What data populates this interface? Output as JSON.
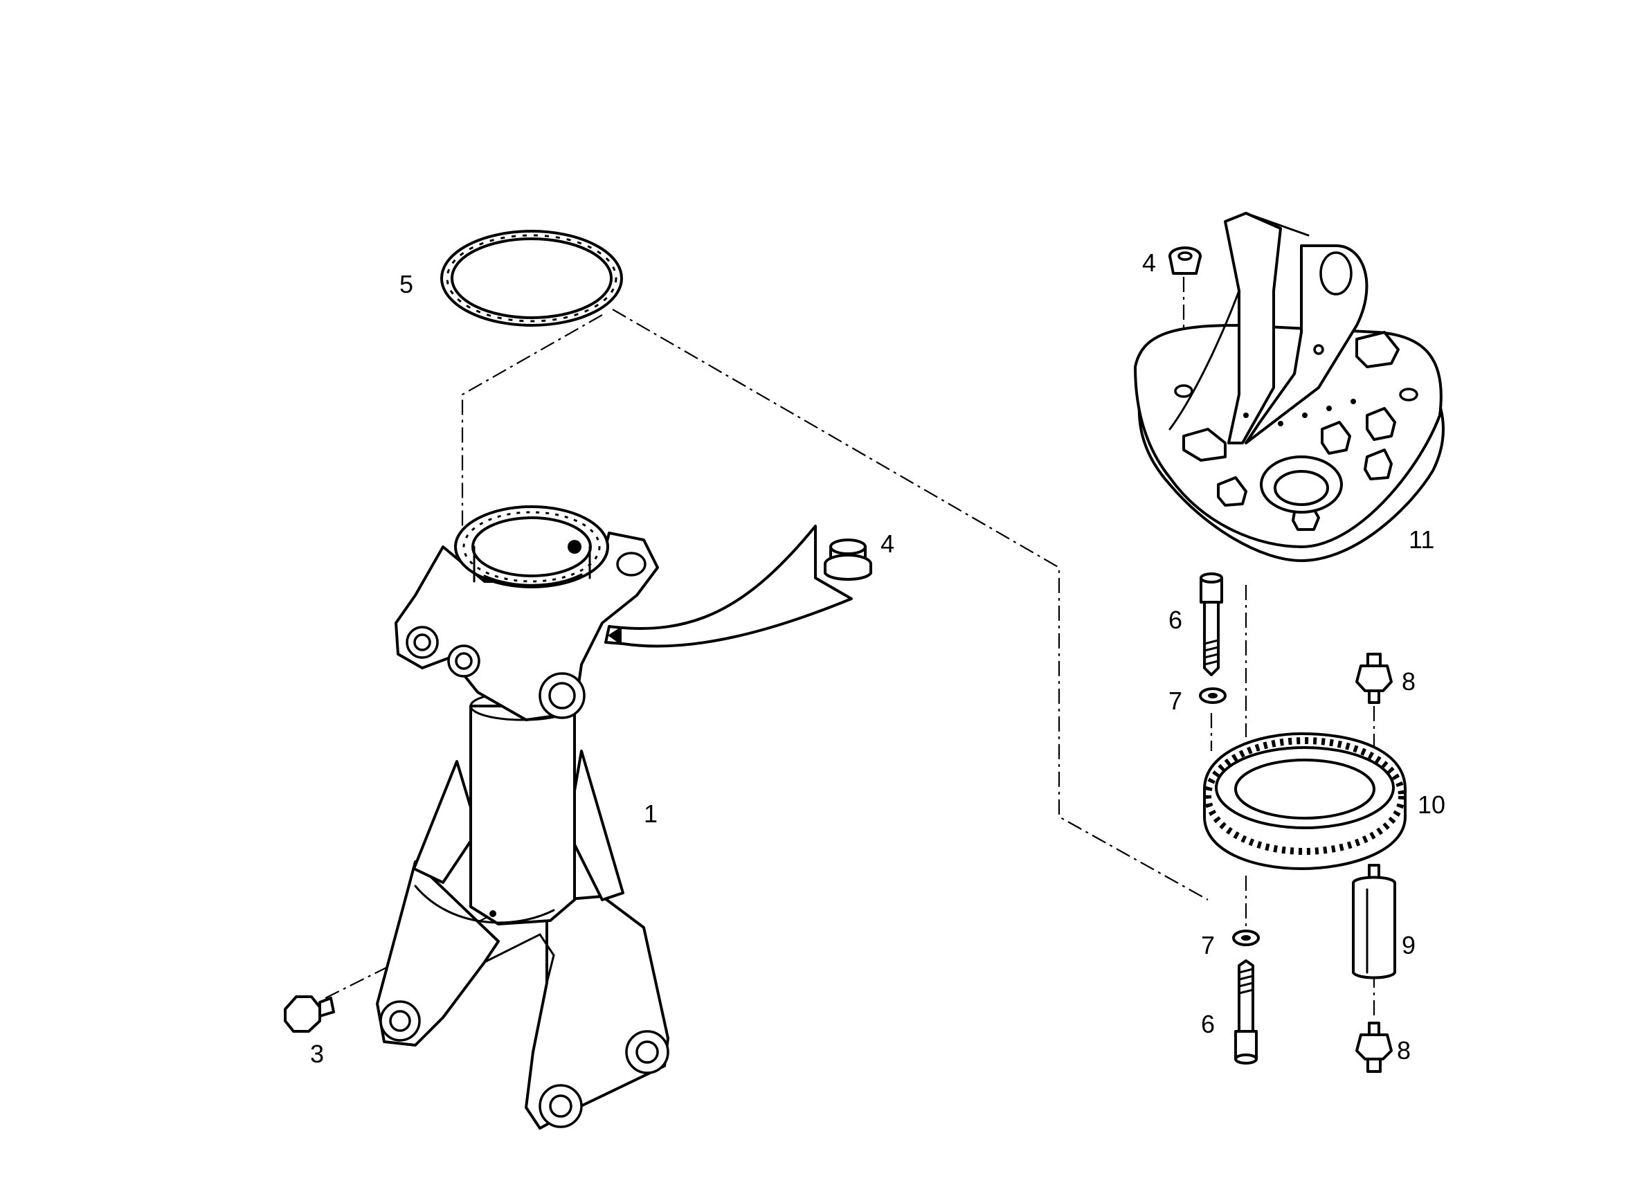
{
  "diagram": {
    "callouts": {
      "c1": "1",
      "c3": "3",
      "c4a": "4",
      "c4b": "4",
      "c5": "5",
      "c6a": "6",
      "c6b": "6",
      "c7a": "7",
      "c7b": "7",
      "c8a": "8",
      "c8b": "8",
      "c9": "9",
      "c10": "10",
      "c11": "11"
    },
    "colors": {
      "ink": "#000000",
      "paper": "#ffffff"
    }
  }
}
